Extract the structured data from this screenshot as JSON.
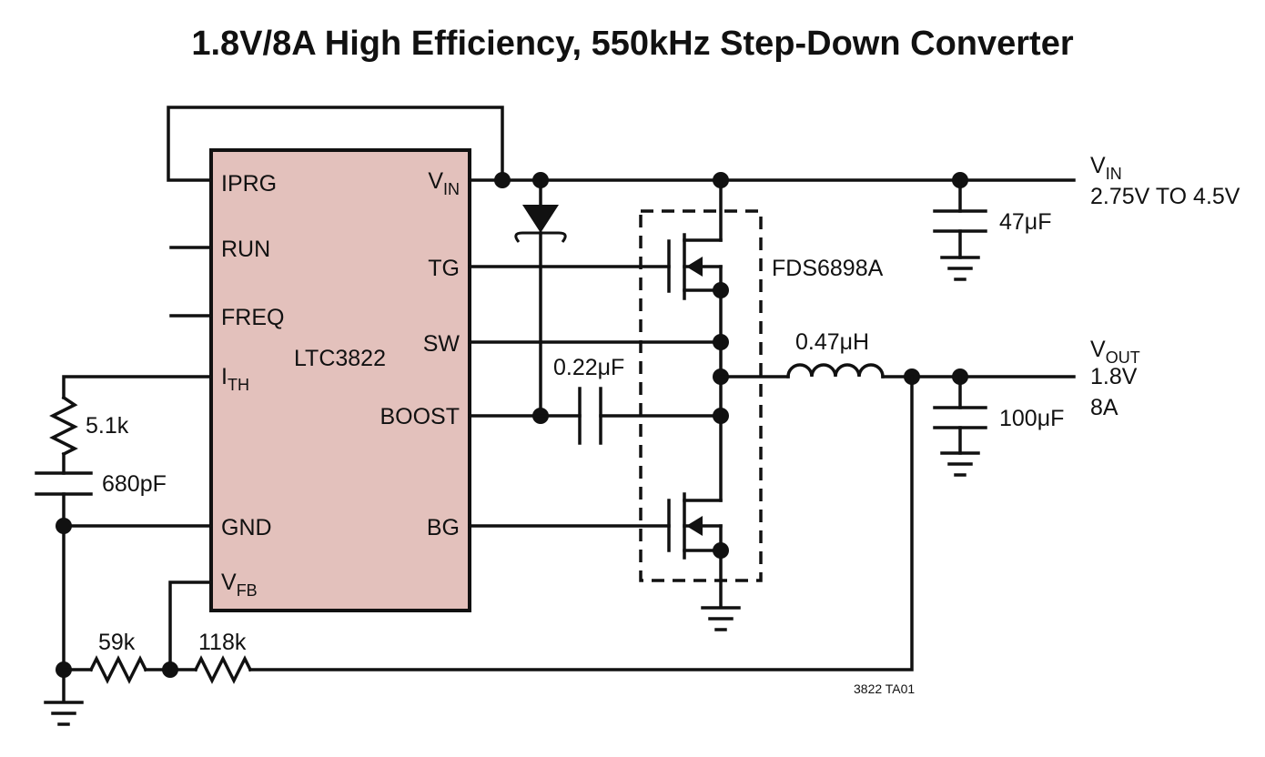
{
  "title": "1.8V/8A High Efficiency, 550kHz Step-Down Converter",
  "chip": {
    "name": "LTC3822",
    "fill": "#e3c1bc",
    "pins_left": {
      "iprg": "IPRG",
      "run": "RUN",
      "freq": "FREQ",
      "ith_main": "I",
      "ith_sub": "TH",
      "gnd": "GND",
      "vfb_main": "V",
      "vfb_sub": "FB"
    },
    "pins_right": {
      "vin_main": "V",
      "vin_sub": "IN",
      "tg": "TG",
      "sw": "SW",
      "boost": "BOOST",
      "bg": "BG"
    }
  },
  "components": {
    "mosfet": "FDS6898A",
    "inductor": "0.47μH",
    "boost_cap": "0.22μF",
    "cin": "47μF",
    "cout": "100μF",
    "rith": "5.1k",
    "cith": "680pF",
    "rfb_bottom": "59k",
    "rfb_top": "118k"
  },
  "vin": {
    "main": "V",
    "sub": "IN",
    "range": "2.75V TO 4.5V"
  },
  "vout": {
    "main": "V",
    "sub": "OUT",
    "voltage": "1.8V",
    "current": "8A"
  },
  "figure_id": "3822 TA01"
}
